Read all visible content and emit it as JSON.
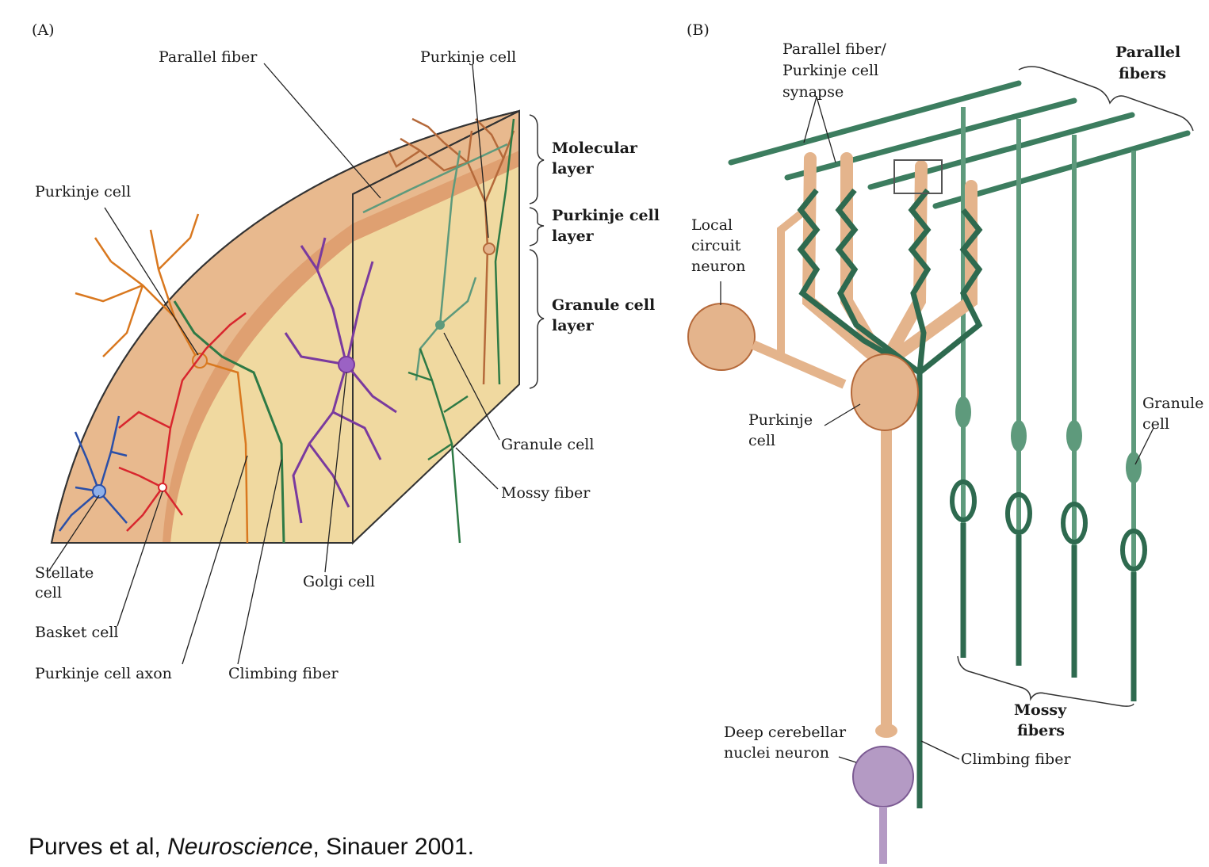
{
  "panel_a": {
    "tag": "(A)",
    "labels": {
      "parallel_fiber": "Parallel fiber",
      "purkinje_cell_top": "Purkinje cell",
      "purkinje_cell_left": "Purkinje cell",
      "granule_cell": "Granule cell",
      "mossy_fiber": "Mossy fiber",
      "stellate_cell_1": "Stellate",
      "stellate_cell_2": "cell",
      "basket_cell": "Basket cell",
      "purkinje_cell_axon": "Purkinje cell axon",
      "climbing_fiber": "Climbing fiber",
      "golgi_cell": "Golgi cell"
    },
    "layers": {
      "molecular_1": "Molecular",
      "molecular_2": "layer",
      "purkinje_1": "Purkinje cell",
      "purkinje_2": "layer",
      "granule_1": "Granule cell",
      "granule_2": "layer"
    }
  },
  "panel_b": {
    "tag": "(B)",
    "labels": {
      "synapse_1": "Parallel fiber/",
      "synapse_2": "Purkinje cell",
      "synapse_3": "synapse",
      "parallel_fibers_1": "Parallel",
      "parallel_fibers_2": "fibers",
      "local_circuit_1": "Local",
      "local_circuit_2": "circuit",
      "local_circuit_3": "neuron",
      "purkinje_1": "Purkinje",
      "purkinje_2": "cell",
      "granule_1": "Granule",
      "granule_2": "cell",
      "mossy_fibers_1": "Mossy",
      "mossy_fibers_2": "fibers",
      "deep_1": "Deep cerebellar",
      "deep_2": "nuclei neuron",
      "climbing_fiber": "Climbing fiber"
    }
  },
  "caption": {
    "authors": "Purves et al, ",
    "title": "Neuroscience",
    "publisher": ", Sinauer 2001."
  },
  "colors": {
    "tissue_molecular": "#e8b98e",
    "tissue_purkinje_band": "#dfa071",
    "tissue_granule": "#f0d9a0",
    "purkinje": "#e4b48c",
    "fiber_dark_green": "#2e6a4f",
    "fiber_light_green": "#5e9a7c",
    "golgi": "#7a3a9e",
    "stellate": "#2a4fa8",
    "basket": "#d8262e",
    "deep_nuclei": "#b49ac4"
  }
}
